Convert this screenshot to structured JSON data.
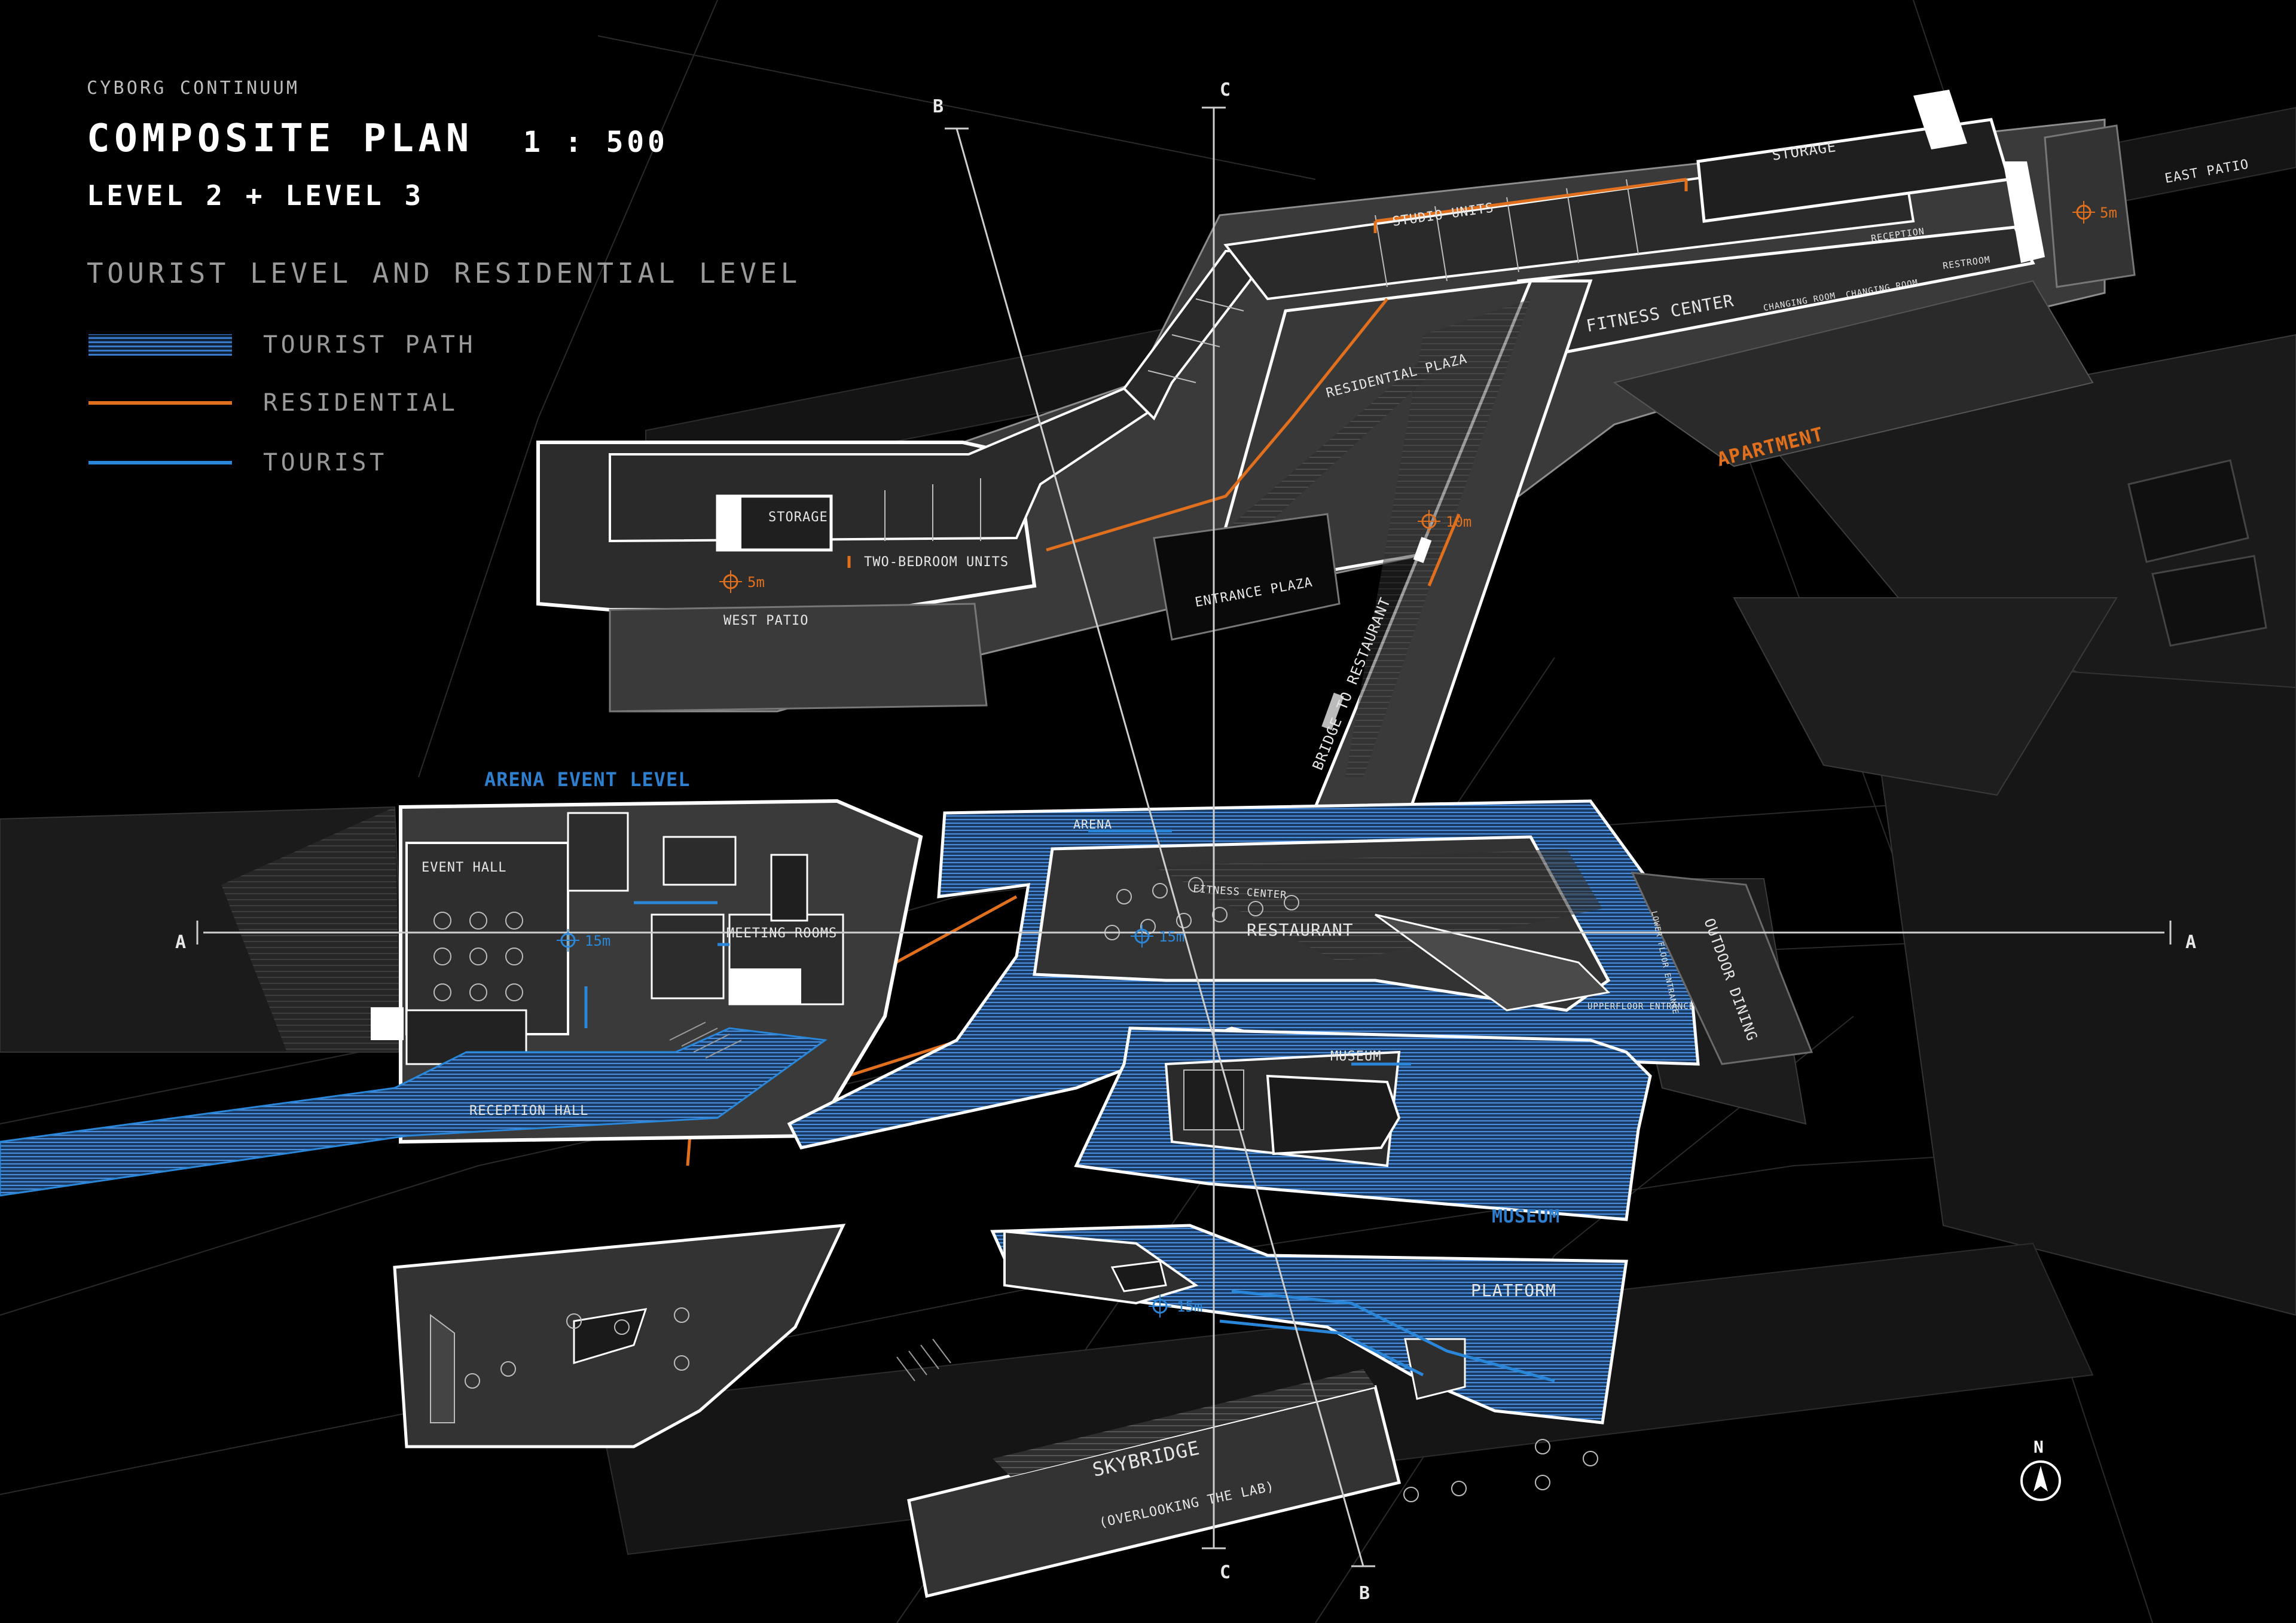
{
  "header": {
    "project": "CYBORG CONTINUUM",
    "title": "COMPOSITE PLAN",
    "scale": "1 : 500",
    "levels": "LEVEL 2 + LEVEL 3",
    "subtitle": "TOURIST LEVEL AND RESIDENTIAL LEVEL"
  },
  "legend": [
    {
      "label": "TOURIST PATH",
      "style": "hatched",
      "color": "#3a78c9"
    },
    {
      "label": "RESIDENTIAL",
      "style": "line",
      "color": "#e0701e"
    },
    {
      "label": "TOURIST",
      "style": "line",
      "color": "#2a86d8"
    }
  ],
  "colors": {
    "background": "#000000",
    "slab": "#3a3a3a",
    "slab_dark": "#232323",
    "outline": "#ffffff",
    "residential": "#e0701e",
    "tourist": "#2a86d8",
    "tourist_label": "#2f7fcf"
  },
  "section_markers": {
    "a": "A",
    "b": "B",
    "c": "C"
  },
  "north": {
    "label": "N",
    "icon": "north-arrow-icon"
  },
  "labels": {
    "storage_east": "STORAGE",
    "storage_west": "STORAGE",
    "studio_units": "STUDIO UNITS",
    "east_patio": "EAST PATIO",
    "reception_res": "RECEPTION",
    "restroom": "RESTROOM",
    "changing_room_1": "CHANGING ROOM",
    "changing_room_2": "CHANGING ROOM",
    "fitness_center": "FITNESS CENTER",
    "residential_plaza": "RESIDENTIAL PLAZA",
    "apartment": "APARTMENT",
    "two_bedroom_units": "TWO-BEDROOM UNITS",
    "west_patio": "WEST PATIO",
    "entrance_plaza": "ENTRANCE PLAZA",
    "bridge_to_restaurant": "BRIDGE TO RESTAURANT",
    "arena_event_level": "ARENA EVENT LEVEL",
    "arena": "ARENA",
    "event_hall": "EVENT HALL",
    "meeting_rooms": "MEETING ROOMS",
    "reception_hall": "RECEPTION HALL",
    "fitness_center_link": "FITNESS CENTER",
    "restaurant": "RESTAURANT",
    "lower_floor_entrance": "LOWER FLOOR ENTRANCE",
    "upperfloor_entrance": "UPPERFLOOR ENTRANCE",
    "outdoor_dining": "OUTDOOR DINING",
    "museum_path": "MUSEUM",
    "museum_title": "MUSEUM",
    "platform": "PLATFORM",
    "skybridge": "SKYBRIDGE",
    "skybridge_sub": "(OVERLOOKING THE LAB)"
  },
  "elevations": {
    "east_patio": "5m",
    "west_patio": "5m",
    "bridge": "10m",
    "event_hall": "15m",
    "restaurant": "15m",
    "platform": "15m"
  }
}
